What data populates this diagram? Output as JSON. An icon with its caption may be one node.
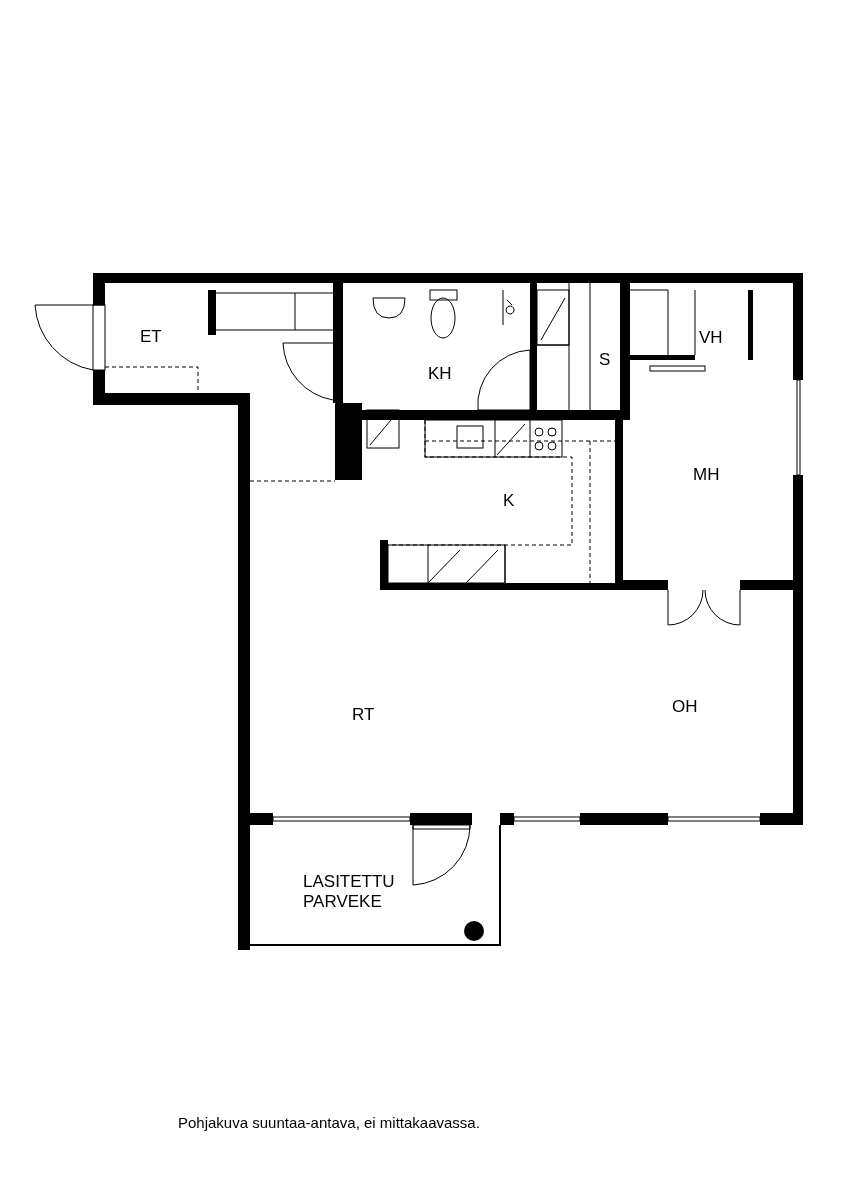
{
  "diagram": {
    "caption": "Pohjakuva suuntaa-antava, ei mittakaavassa.",
    "labels": [
      "ET",
      "KH",
      "S",
      "VH",
      "MH",
      "K",
      "RT",
      "OH",
      "LASITETTU PARVEKE"
    ]
  }
}
